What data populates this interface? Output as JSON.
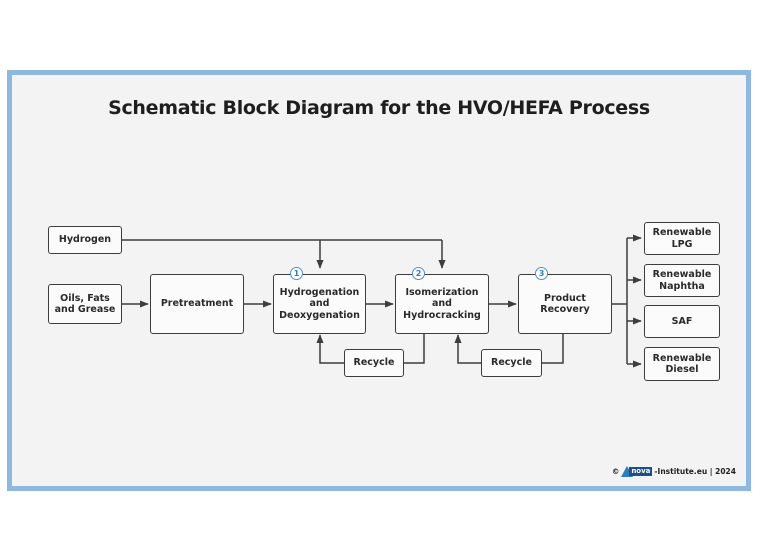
{
  "title": "Schematic Block Diagram for the HVO/HEFA Process",
  "nodes": {
    "hydrogen": "Hydrogen",
    "feedstock": "Oils, Fats\nand Grease",
    "pretreatment": "Pretreatment",
    "hydrogenation": "Hydrogenation\nand\nDeoxygenation",
    "isomerization": "Isomerization\nand\nHydrocracking",
    "recovery": "Product\nRecovery",
    "recycle1": "Recycle",
    "recycle2": "Recycle",
    "lpg": "Renewable\nLPG",
    "naphtha": "Renewable\nNaphtha",
    "saf": "SAF",
    "diesel": "Renewable\nDiesel"
  },
  "steps": [
    "1",
    "2",
    "3"
  ],
  "credit": {
    "copyright": "©",
    "logo": "nova",
    "text": "-Institute.eu | 2024"
  },
  "colors": {
    "frame": "#8fb8e0",
    "badge": "#4a8fd0",
    "box_border": "#3d3d3d"
  }
}
